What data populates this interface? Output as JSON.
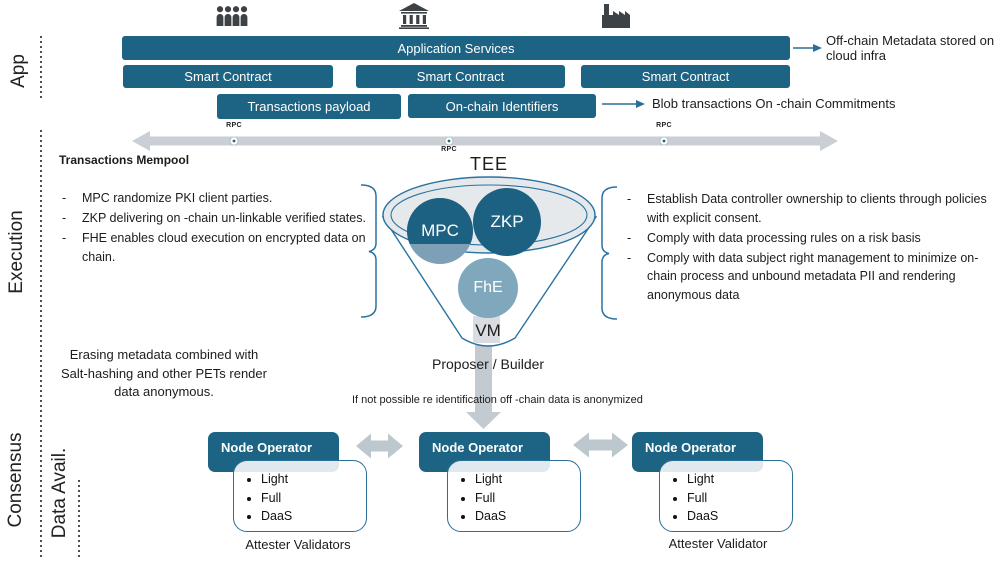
{
  "colors": {
    "teal": "#1d6484",
    "light_circle": "#7fa8bd",
    "mpc_bottom": "#7da0b6",
    "funnel_stroke": "#2a72a0",
    "gray_arrow": "#c9cfd4",
    "ellipse_fill": "#e6e9ec"
  },
  "layers": {
    "app": "App",
    "execution": "Execution",
    "consensus": "Consensus",
    "data_avail": "Data Avail."
  },
  "app_layer": {
    "icons": {
      "people": "people-icon",
      "bank": "bank-icon",
      "factory": "factory-icon"
    },
    "application_services": "Application Services",
    "smart_contracts": [
      "Smart Contract",
      "Smart Contract",
      "Smart Contract"
    ],
    "transactions_payload": "Transactions payload",
    "onchain_identifiers": "On-chain Identifiers",
    "offchain_note": "Off-chain Metadata stored on cloud infra",
    "blob_note": "Blob transactions On -chain Commitments"
  },
  "mempool": {
    "label": "Transactions Mempool",
    "rpc_labels": [
      "RPC",
      "RPC",
      "RPC"
    ]
  },
  "execution_layer": {
    "tee_label": "TEE",
    "vm_label": "VM",
    "circle_mpc": "MPC",
    "circle_zkp": "ZKP",
    "circle_fhe": "FhE",
    "left_bullets": [
      "MPC randomize PKI client parties.",
      "ZKP delivering on -chain un-linkable verified states.",
      "FHE enables cloud execution on encrypted data on chain."
    ],
    "right_bullets": [
      "Establish Data controller ownership to clients through policies with explicit consent.",
      "Comply with data processing rules on a risk basis",
      "Comply with data subject right management to minimize on-chain process and unbound metadata PII and rendering anonymous data"
    ],
    "pets_note": "Erasing metadata combined with Salt-hashing and other PETs render data anonymous.",
    "proposer_label": "Proposer / Builder",
    "anonymized_note": "If not possible re identification off -chain data is anonymized"
  },
  "consensus_layer": {
    "nodes": [
      {
        "title": "Node Operator",
        "items": [
          "Light",
          "Full",
          "DaaS"
        ]
      },
      {
        "title": "Node Operator",
        "items": [
          "Light",
          "Full",
          "DaaS"
        ]
      },
      {
        "title": "Node Operator",
        "items": [
          "Light",
          "Full",
          "DaaS"
        ]
      }
    ],
    "caption_left": "Attester Validators",
    "caption_right": "Attester Validator"
  }
}
